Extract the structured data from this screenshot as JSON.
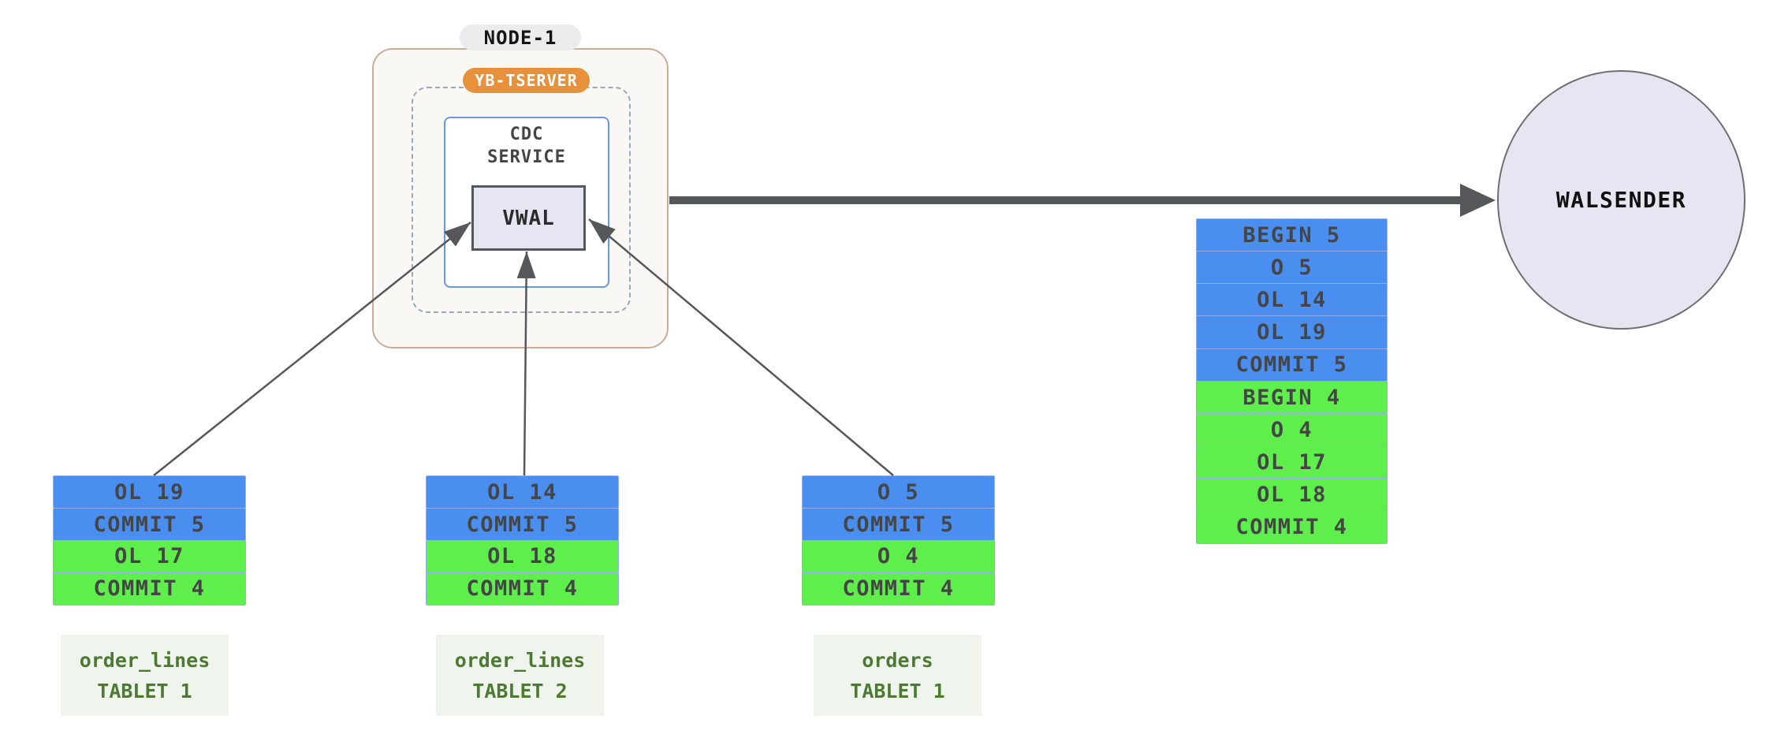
{
  "diagram": {
    "node": {
      "title": "NODE-1",
      "badge": "YB-TSERVER",
      "service_label": "CDC\nSERVICE",
      "vwal_label": "VWAL"
    },
    "walsender_label": "WALSENDER",
    "merged_stream": {
      "rows": [
        {
          "label": "BEGIN 5",
          "color": "blue"
        },
        {
          "label": "O 5",
          "color": "blue"
        },
        {
          "label": "OL 14",
          "color": "blue"
        },
        {
          "label": "OL 19",
          "color": "blue"
        },
        {
          "label": "COMMIT 5",
          "color": "blue"
        },
        {
          "label": "BEGIN 4",
          "color": "green"
        },
        {
          "label": "O 4",
          "color": "green"
        },
        {
          "label": "OL 17",
          "color": "green"
        },
        {
          "label": "OL 18",
          "color": "green"
        },
        {
          "label": "COMMIT 4",
          "color": "green"
        }
      ]
    },
    "tablets": [
      {
        "name": "order_lines\nTABLET 1",
        "rows": [
          {
            "label": "OL 19",
            "color": "blue"
          },
          {
            "label": "COMMIT 5",
            "color": "blue"
          },
          {
            "label": "OL 17",
            "color": "green"
          },
          {
            "label": "COMMIT 4",
            "color": "green"
          }
        ]
      },
      {
        "name": "order_lines\nTABLET 2",
        "rows": [
          {
            "label": "OL 14",
            "color": "blue"
          },
          {
            "label": "COMMIT 5",
            "color": "blue"
          },
          {
            "label": "OL 18",
            "color": "green"
          },
          {
            "label": "COMMIT 4",
            "color": "green"
          }
        ]
      },
      {
        "name": "orders\nTABLET 1",
        "rows": [
          {
            "label": "O 5",
            "color": "blue"
          },
          {
            "label": "COMMIT 5",
            "color": "blue"
          },
          {
            "label": "O 4",
            "color": "green"
          },
          {
            "label": "COMMIT 4",
            "color": "green"
          }
        ]
      }
    ],
    "colors": {
      "txn5_blue": "#4A8FF0",
      "txn4_green": "#5FEF4D",
      "row_border": "#93AEEF",
      "badge_orange": "#E8913C",
      "node_border_tan": "#C9AC9A",
      "node_bg": "#FAF8F5",
      "dashed_border": "#95AABE",
      "cdc_border_blue": "#6896F0",
      "vwal_bg": "#E6E5F2",
      "circle_bg": "#E6E5F1",
      "arrow_gray": "#55575A",
      "label_bg": "#EFF4EC",
      "label_text_green": "#4C7A33"
    }
  }
}
